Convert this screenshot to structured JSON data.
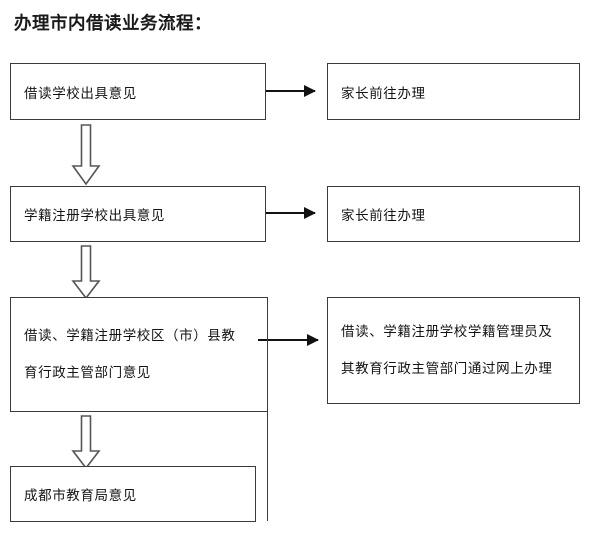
{
  "page": {
    "title": "办理市内借读业务流程：",
    "background_color": "#ffffff",
    "line_color": "#3a3a3f",
    "text_color": "#141414"
  },
  "flow": {
    "rows": [
      {
        "left_box": {
          "lines": [
            "借读学校出具意见"
          ]
        },
        "connector": "arrow-right",
        "right_box": {
          "lines": [
            "家长前往办理"
          ]
        }
      },
      {
        "left_box": {
          "lines": [
            "学籍注册学校出具意见"
          ]
        },
        "connector": "arrow-right",
        "right_box": {
          "lines": [
            "家长前往办理"
          ]
        }
      },
      {
        "left_box": {
          "lines": [
            "借读、学籍注册学校区（市）县教",
            "育行政主管部门意见"
          ]
        },
        "connector": "arrow-right",
        "right_box": {
          "lines": [
            "借读、学籍注册学校学籍管理员及",
            "其教育行政主管部门通过网上办理"
          ]
        }
      },
      {
        "left_box": {
          "lines": [
            "成都市教育局意见"
          ]
        },
        "connector": null,
        "right_box": null
      }
    ],
    "vertical_connectors": [
      {
        "from": "借读学校出具意见",
        "to": "学籍注册学校出具意见"
      },
      {
        "from": "学籍注册学校出具意见",
        "to": "借读、学籍注册学校区（市）县教育行政主管部门意见"
      },
      {
        "from": "借读、学籍注册学校区（市）县教育行政主管部门意见",
        "to": "成都市教育局意见"
      }
    ]
  }
}
